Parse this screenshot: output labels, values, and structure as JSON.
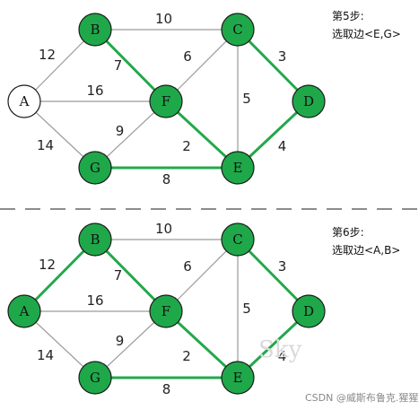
{
  "panels": [
    {
      "caption_line1": "第5步:",
      "caption_line2": "选取边<E,G>",
      "nodes": [
        {
          "label": "A",
          "selected": false
        },
        {
          "label": "B",
          "selected": true
        },
        {
          "label": "C",
          "selected": true
        },
        {
          "label": "D",
          "selected": true
        },
        {
          "label": "E",
          "selected": true
        },
        {
          "label": "F",
          "selected": true
        },
        {
          "label": "G",
          "selected": true
        }
      ],
      "edges": [
        {
          "from": "A",
          "to": "B",
          "weight": "12",
          "chosen": false
        },
        {
          "from": "A",
          "to": "F",
          "weight": "16",
          "chosen": false
        },
        {
          "from": "A",
          "to": "G",
          "weight": "14",
          "chosen": false
        },
        {
          "from": "B",
          "to": "C",
          "weight": "10",
          "chosen": false
        },
        {
          "from": "B",
          "to": "F",
          "weight": "7",
          "chosen": true
        },
        {
          "from": "C",
          "to": "F",
          "weight": "6",
          "chosen": false
        },
        {
          "from": "C",
          "to": "D",
          "weight": "3",
          "chosen": true
        },
        {
          "from": "C",
          "to": "E",
          "weight": "5",
          "chosen": false
        },
        {
          "from": "F",
          "to": "G",
          "weight": "9",
          "chosen": false
        },
        {
          "from": "F",
          "to": "E",
          "weight": "2",
          "chosen": true
        },
        {
          "from": "D",
          "to": "E",
          "weight": "4",
          "chosen": true
        },
        {
          "from": "G",
          "to": "E",
          "weight": "8",
          "chosen": true
        }
      ]
    },
    {
      "caption_line1": "第6步:",
      "caption_line2": "选取边<A,B>",
      "nodes": [
        {
          "label": "A",
          "selected": true
        },
        {
          "label": "B",
          "selected": true
        },
        {
          "label": "C",
          "selected": true
        },
        {
          "label": "D",
          "selected": true
        },
        {
          "label": "E",
          "selected": true
        },
        {
          "label": "F",
          "selected": true
        },
        {
          "label": "G",
          "selected": true
        }
      ],
      "edges": [
        {
          "from": "A",
          "to": "B",
          "weight": "12",
          "chosen": true
        },
        {
          "from": "A",
          "to": "F",
          "weight": "16",
          "chosen": false
        },
        {
          "from": "A",
          "to": "G",
          "weight": "14",
          "chosen": false
        },
        {
          "from": "B",
          "to": "C",
          "weight": "10",
          "chosen": false
        },
        {
          "from": "B",
          "to": "F",
          "weight": "7",
          "chosen": true
        },
        {
          "from": "C",
          "to": "F",
          "weight": "6",
          "chosen": false
        },
        {
          "from": "C",
          "to": "D",
          "weight": "3",
          "chosen": true
        },
        {
          "from": "C",
          "to": "E",
          "weight": "5",
          "chosen": false
        },
        {
          "from": "F",
          "to": "G",
          "weight": "9",
          "chosen": false
        },
        {
          "from": "F",
          "to": "E",
          "weight": "2",
          "chosen": true
        },
        {
          "from": "D",
          "to": "E",
          "weight": "4",
          "chosen": true
        },
        {
          "from": "G",
          "to": "E",
          "weight": "8",
          "chosen": true
        }
      ]
    }
  ],
  "watermark": "Sky",
  "credit": "CSDN @威斯布鲁克.猩猩",
  "colors": {
    "selected": "#1fa84a",
    "chosen_edge": "#22a84a",
    "edge": "#9a9a9a"
  }
}
